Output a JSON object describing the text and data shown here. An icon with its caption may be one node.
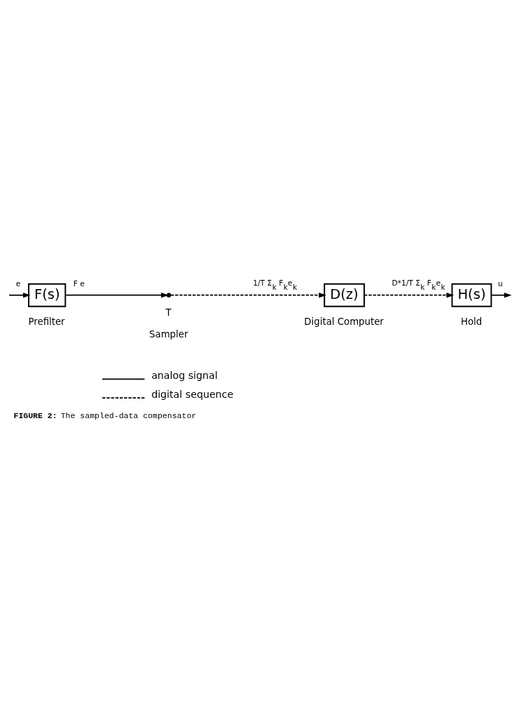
{
  "diagram": {
    "caption": "**FIGURE 2:** The sampled-data compensator",
    "nodes": [
      {
        "text": [
          "F(s)"
        ],
        "beside": [
          "Prefilter"
        ]
      },
      {
        "text": [],
        "shape": "switch",
        "beside": [
          "T",
          "Sampler"
        ]
      },
      {
        "text": [
          "D(z)"
        ],
        "beside": [
          "Digital Computer"
        ]
      },
      {
        "text": [
          "H(s)"
        ],
        "beside": [
          "Hold"
        ]
      }
    ],
    "edges": [
      {
        "from": null,
        "to": 0,
        "arrow": "to",
        "label": "e"
      },
      {
        "from": 0,
        "to": 1,
        "arrow": "to",
        "label": "F e"
      },
      {
        "from": 1,
        "to": 2,
        "arrow": "to",
        "style": "dashed",
        "label": "1/T Σ$_{k}$ F$_{k}$e$_{k}$"
      },
      {
        "from": 2,
        "to": 3,
        "arrow": "to",
        "style": "dashed",
        "label": "D*1/T Σ$_{k}$ F$_{k}$e$_{k}$"
      },
      {
        "from": 3,
        "to": null,
        "arrow": "to",
        "label": "u"
      }
    ],
    "legend": [
      {
        "text": "analog signal"
      },
      {
        "text": "digital sequence"
      }
    ]
  }
}
